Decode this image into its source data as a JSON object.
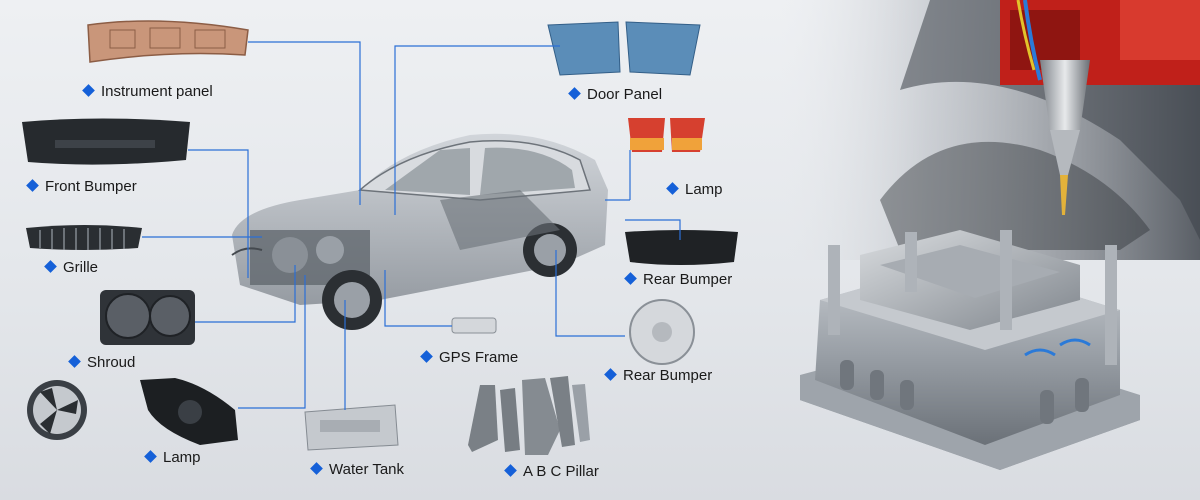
{
  "labels": {
    "instrument_panel": "Instrument panel",
    "front_bumper": "Front Bumper",
    "grille": "Grille",
    "shroud": "Shroud",
    "lamp_bottom": "Lamp",
    "water_tank": "Water Tank",
    "abc_pillar": "A B C Pillar",
    "gps_frame": "GPS Frame",
    "rear_bumper_wheel": "Rear Bumper",
    "rear_bumper": "Rear Bumper",
    "lamp_right": "Lamp",
    "door_panel": "Door Panel"
  },
  "colors": {
    "accent": "#1560d8",
    "leader_line": "#2b6fd6",
    "machine_red": "#c0201a"
  },
  "icons": {
    "bullet": "blue-diamond-icon"
  }
}
